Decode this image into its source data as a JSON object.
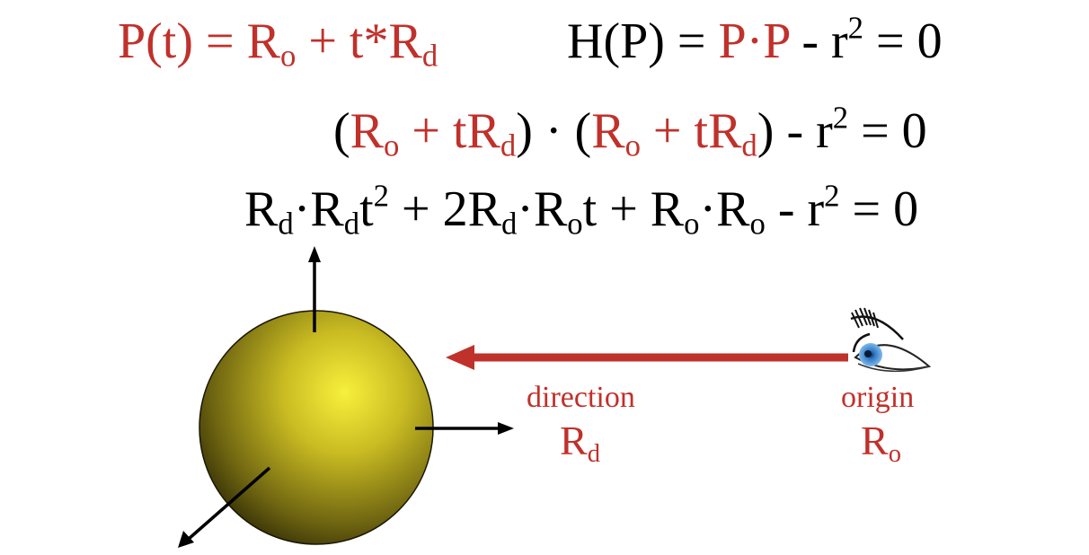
{
  "equations": {
    "ray": {
      "lhs": "P(t)",
      "eq": " = ",
      "ro_base": "R",
      "ro_sub": "o",
      "plus": " + t*",
      "rd_base": "R",
      "rd_sub": "d"
    },
    "sphere": {
      "lhs": "H(P) = ",
      "pdotp": "P·P",
      "minus_r": " - r",
      "r_exp": "2",
      "rhs": "  =  0"
    },
    "substituted": {
      "open1": "(",
      "a_r": "R",
      "a_o": "o",
      "a_plus": " + tR",
      "a_d": "d",
      "close1": ")",
      "dot": " · ",
      "open2": "(",
      "b_r": "R",
      "b_o": "o",
      "b_plus": " + tR",
      "b_d": "d",
      "close2": ")",
      "minus_r": " - r",
      "r_exp": "2",
      "rhs": "  =  0"
    },
    "quadratic": {
      "t1": "R",
      "t1_sub": "d",
      "t2": "·R",
      "t2_sub": "d",
      "t3": "t",
      "t3_sup": "2",
      "t4": " + 2R",
      "t4_sub": "d",
      "t5": "·R",
      "t5_sub": "o",
      "t6": "t + R",
      "t6_sub": "o",
      "t7": "·R",
      "t7_sub": "o",
      "t8": " - r",
      "t8_sup": "2",
      "rhs": "  =  0"
    }
  },
  "labels": {
    "direction": "direction",
    "rd_base": "R",
    "rd_sub": "d",
    "origin": "origin",
    "ro_base": "R",
    "ro_sub": "o"
  },
  "colors": {
    "accent_red": "#c0312b",
    "sphere_light": "#f5ec3a",
    "sphere_dark": "#2e2a05",
    "eye_iris": "#3f8fd6"
  }
}
